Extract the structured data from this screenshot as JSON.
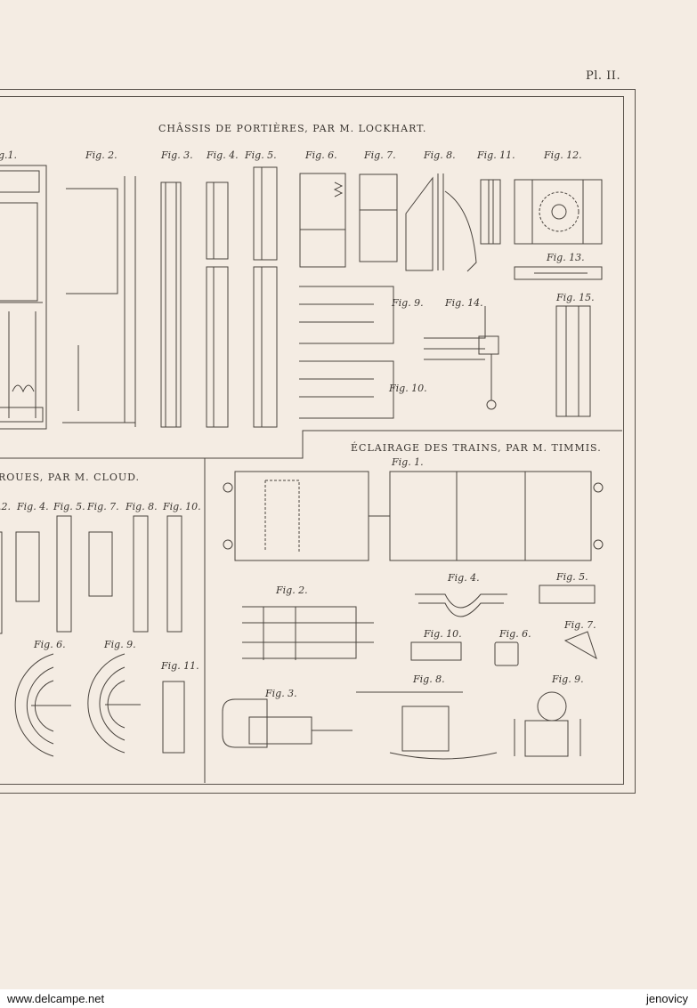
{
  "plate": {
    "number": "Pl. II."
  },
  "sections": {
    "lockhart": "CHÂSSIS DE PORTIÈRES, PAR M. LOCKHART.",
    "cloud": "ROUES, PAR M. CLOUD.",
    "timmis": "ÉCLAIRAGE DES TRAINS, PAR M. TIMMIS."
  },
  "lockhart_figs": [
    "g.1.",
    "Fig. 2.",
    "Fig. 3.",
    "Fig. 4.",
    "Fig. 5.",
    "Fig. 6.",
    "Fig. 7.",
    "Fig. 8.",
    "Fig. 11.",
    "Fig. 12.",
    "Fig. 13.",
    "Fig. 9.",
    "Fig. 14.",
    "Fig. 15.",
    "Fig. 10."
  ],
  "cloud_figs": [
    ".2.",
    "Fig. 4.",
    "Fig. 5.",
    "Fig. 7.",
    "Fig. 8.",
    "Fig. 10.",
    "Fig. 6.",
    "Fig. 9.",
    "Fig. 11."
  ],
  "timmis_figs": [
    "Fig. 1.",
    "Fig. 2.",
    "Fig. 4.",
    "Fig. 5.",
    "Fig. 10.",
    "Fig. 6.",
    "Fig. 7.",
    "Fig. 3.",
    "Fig. 8.",
    "Fig. 9."
  ],
  "footer": {
    "left": "www.delcampe.net",
    "right": "jenovicy"
  }
}
